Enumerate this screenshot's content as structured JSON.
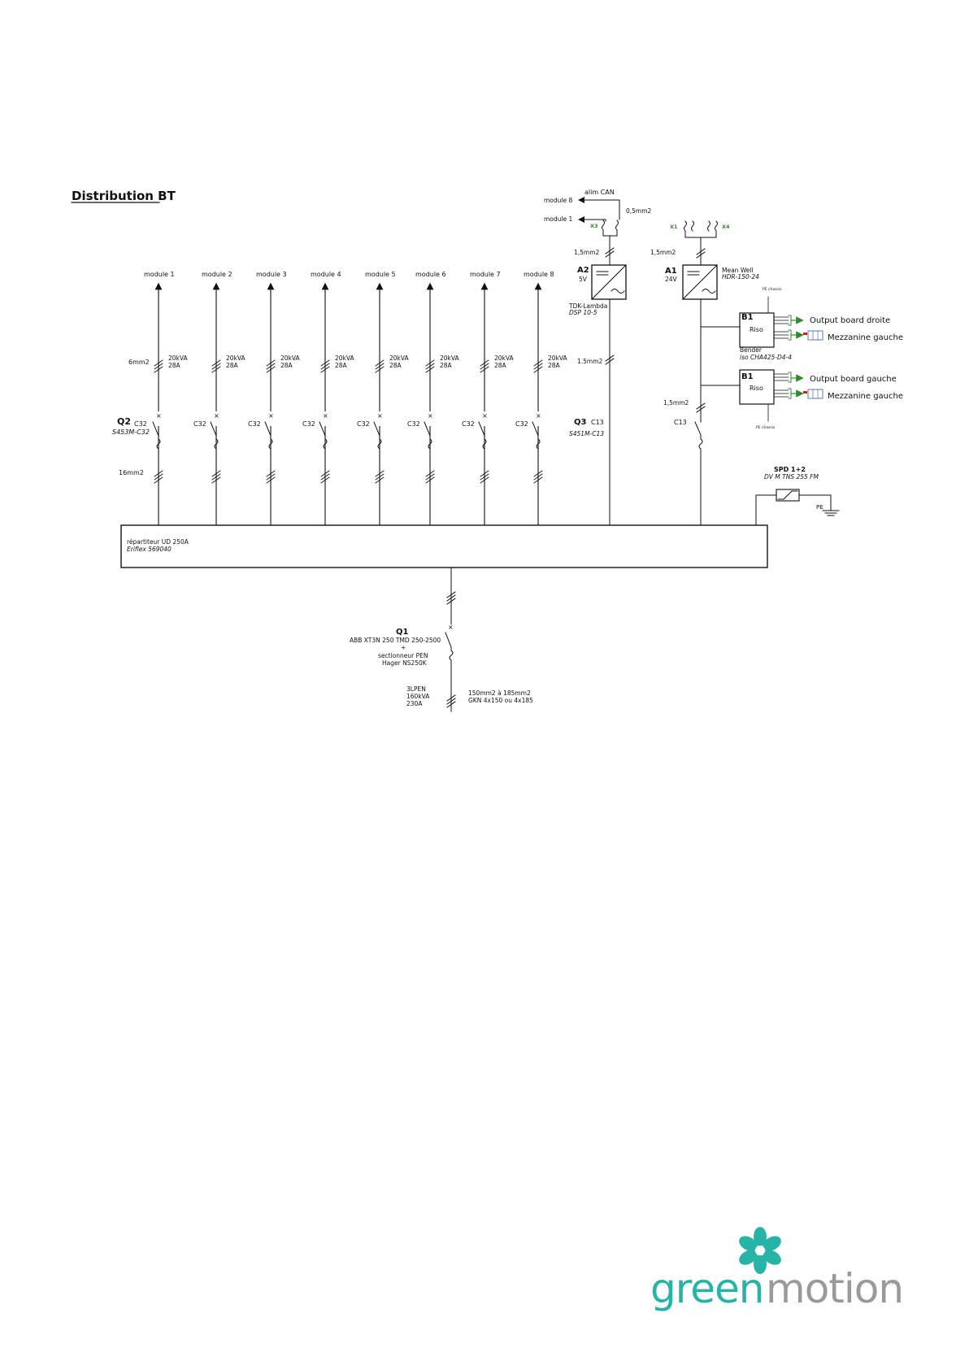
{
  "title": "Distribution BT",
  "branches": [
    {
      "module": "module 1",
      "power": "20kVA",
      "current": "28A",
      "breaker": "C32"
    },
    {
      "module": "module 2",
      "power": "20kVA",
      "current": "28A",
      "breaker": "C32"
    },
    {
      "module": "module 3",
      "power": "20kVA",
      "current": "28A",
      "breaker": "C32"
    },
    {
      "module": "module 4",
      "power": "20kVA",
      "current": "28A",
      "breaker": "C32"
    },
    {
      "module": "module 5",
      "power": "20kVA",
      "current": "28A",
      "breaker": "C32"
    },
    {
      "module": "module 6",
      "power": "20kVA",
      "current": "28A",
      "breaker": "C32"
    },
    {
      "module": "module 7",
      "power": "20kVA",
      "current": "28A",
      "breaker": "C32"
    },
    {
      "module": "module 8",
      "power": "20kVA",
      "current": "28A",
      "breaker": "C32"
    }
  ],
  "q2": {
    "name": "Q2",
    "ref": "S453M-C32",
    "cable_top": "6mm2",
    "cable_bottom": "16mm2"
  },
  "can": {
    "label": "alim CAN",
    "module_top": "module 8",
    "module_bottom": "module 1",
    "cable": "0,5mm2",
    "terminal": "X3"
  },
  "a2": {
    "name": "A2",
    "voltage": "5V",
    "maker": "TDK-Lambda",
    "ref": "DSP 10-5",
    "cable_top": "1,5mm2",
    "cable_mid": "1.5mm2"
  },
  "q3": {
    "name": "Q3",
    "rating": "C13",
    "ref": "S451M-C13"
  },
  "a1": {
    "name": "A1",
    "voltage": "24V",
    "maker": "Mean Well",
    "ref": "HDR-150-24",
    "cable_top": "1,5mm2",
    "terminal_left": "X1",
    "terminal_right": "X4"
  },
  "b1_top": {
    "name": "B1",
    "label": "Riso",
    "pe": "PE chassis",
    "out1": "Output board droite",
    "out2": "Mezzanine gauche",
    "maker": "Bender",
    "ref": "iso CHA425-D4-4"
  },
  "b1_bottom": {
    "name": "B1",
    "label": "Riso",
    "pe": "PE chassis",
    "out1": "Output board gauche",
    "out2": "Mezzanine gauche"
  },
  "c13_branch": {
    "cable": "1,5mm2",
    "rating": "C13"
  },
  "spd": {
    "name": "SPD 1+2",
    "ref": "DV M TNS 255 FM",
    "pe": "PE"
  },
  "repartiteur": {
    "label": "répartiteur UD 250A",
    "ref": "Eriflex 569040"
  },
  "q1": {
    "name": "Q1",
    "line1": "ABB XT3N 250 TMD 250-2500",
    "line2": "+",
    "line3": "sectionneur PEN",
    "line4": "Hager NS250K"
  },
  "supply": {
    "l1": "3LPEN",
    "l2": "160kVA",
    "l3": "230A",
    "cable1": "150mm2 à 185mm2",
    "cable2": "GKN 4x150 ou 4x185"
  },
  "logo": {
    "part1": "green",
    "part2": "motion",
    "tm": "TM",
    "color1": "#27b3a5",
    "color2": "#9a9a9a"
  }
}
